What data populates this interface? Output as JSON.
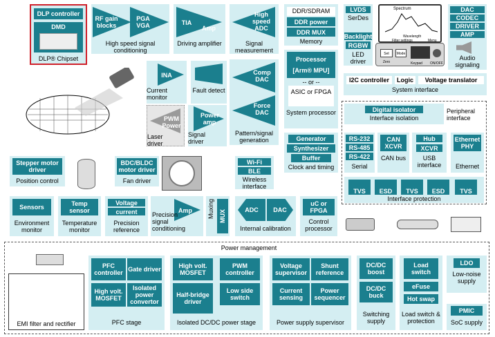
{
  "dlp": {
    "controller": "DLP controller",
    "dmd": "DMD",
    "caption": "DLP® Chipset"
  },
  "hs_signal": {
    "rf_gain": "RF gain blocks",
    "pga": "PGA VGA",
    "caption": "High speed signal conditioning"
  },
  "driving_amp": {
    "tia": "TIA",
    "amp": "Amp",
    "caption": "Driving amplifier"
  },
  "signal_meas": {
    "adc": "High speed ADC",
    "caption": "Signal measurement"
  },
  "memory": {
    "items": [
      "DDR/SDRAM",
      "DDR power",
      "DDR MUX"
    ],
    "caption": "Memory"
  },
  "led": {
    "lvds": "LVDS",
    "serdes": "SerDes",
    "backlight": "Backlight",
    "rgbw": "RGBW",
    "caption": "LED driver"
  },
  "screen": {
    "title": "Spectrum",
    "axis": "Wavelength",
    "filter": "Filter settings",
    "menu": "Menu",
    "b1": "Set Zero",
    "b2": "Mode",
    "keypad": "Keypad",
    "onoff": "ON/OFF"
  },
  "audio": {
    "items": [
      "DAC",
      "CODEC",
      "DRIVER",
      "AMP"
    ],
    "caption": "Audio signaling"
  },
  "current_mon": {
    "ina": "INA",
    "caption": "Current monitor"
  },
  "fault": {
    "caption": "Fault detect"
  },
  "pattern": {
    "comp": "Comp DAC",
    "force": "Force DAC",
    "caption": "Pattern/signal generation"
  },
  "sysproc": {
    "processor": "Processor",
    "mpu": "[Arm® MPU]",
    "or": "-- or --",
    "asic": "ASIC or FPGA",
    "caption": "System processor"
  },
  "sysif": {
    "items": [
      "I2C controller",
      "Logic",
      "Voltage translator"
    ],
    "caption": "System interface"
  },
  "laser": {
    "pwm": "PWM Power",
    "caption": "Laser driver"
  },
  "sigdrv": {
    "amp": "Power amp",
    "caption": "Signal driver"
  },
  "clock": {
    "items": [
      "Generator",
      "Synthesizer",
      "Buffer"
    ],
    "caption": "Clock and timing"
  },
  "iso": {
    "title": "Digital isolator",
    "caption": "Interface isolation",
    "peripheral": "Peripheral interface"
  },
  "serial": {
    "items": [
      "RS-232",
      "RS-485",
      "RS-422"
    ],
    "caption": "Serial"
  },
  "can": {
    "title": "CAN XCVR",
    "caption": "CAN bus"
  },
  "usb": {
    "hub": "Hub",
    "xcvr": "XCVR",
    "caption": "USB interface"
  },
  "eth": {
    "phy": "Ethernet PHY",
    "caption": "Ethernet"
  },
  "protect": {
    "items": [
      "TVS",
      "ESD",
      "TVS",
      "ESD",
      "TVS"
    ],
    "caption": "Interface protection"
  },
  "stepper": {
    "title": "Stepper motor driver",
    "caption": "Position control"
  },
  "fan": {
    "title": "BDC/BLDC motor driver",
    "caption": "Fan driver"
  },
  "wireless": {
    "wifi": "Wi-Fi",
    "ble": "BLE",
    "caption": "Wireless interface"
  },
  "env": {
    "title": "Sensors",
    "caption": "Environment monitor"
  },
  "temp": {
    "title": "Temp sensor",
    "caption": "Temperature monitor"
  },
  "precref": {
    "v": "Voltage",
    "c": "current",
    "caption": "Precision reference"
  },
  "precsig": {
    "amp": "Amp",
    "caption": "Precision signal conditioning"
  },
  "mux": {
    "title": "MUX",
    "caption": "Muxing"
  },
  "intcal": {
    "adc": "ADC",
    "dac": "DAC",
    "caption": "Internal calibration"
  },
  "ctrlproc": {
    "title": "uC or FPGA",
    "caption": "Control processor"
  },
  "power": {
    "title": "Power management",
    "emi": "EMI filter and rectifier",
    "pfc": {
      "items": [
        "PFC controller",
        "Gate driver",
        "High volt. MOSFET",
        "Isolated power convertor"
      ],
      "caption": "PFC stage"
    },
    "isodc": {
      "items": [
        "High volt. MOSFET",
        "PWM controller",
        "Half-bridge driver",
        "Low side switch"
      ],
      "caption": "Isolated DC/DC power stage"
    },
    "supv": {
      "items": [
        "Voltage supervisor",
        "Shunt reference",
        "Current sensing",
        "Power sequencer"
      ],
      "caption": "Power supply supervisor"
    },
    "sw": {
      "items": [
        "DC/DC boost",
        "DC/DC buck"
      ],
      "caption": "Switching supply"
    },
    "load": {
      "items": [
        "Load switch",
        "eFuse",
        "Hot swap"
      ],
      "caption": "Load switch & protection"
    },
    "ldo": {
      "title": "LDO",
      "caption": "Low-noise supply"
    },
    "pmic": {
      "title": "PMIC",
      "caption": "SoC supply"
    }
  }
}
